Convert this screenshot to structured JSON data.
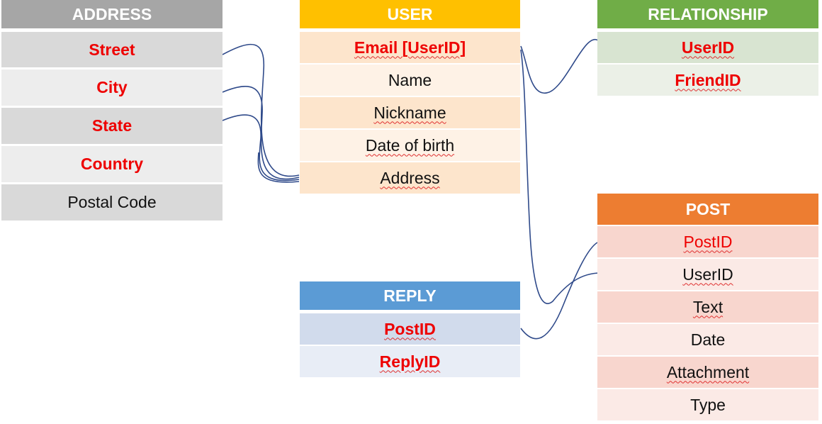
{
  "colors": {
    "address_header": "#a6a6a6",
    "address_row_a": "#d9d9d9",
    "address_row_b": "#ededed",
    "user_header": "#ffc000",
    "user_row_a": "#fde5cc",
    "user_row_b": "#fef2e6",
    "relationship_header": "#70ad47",
    "relationship_row_a": "#d8e4d1",
    "relationship_row_b": "#ebf0e7",
    "reply_header": "#5b9bd5",
    "reply_row_a": "#d1dbec",
    "reply_row_b": "#e8edf6",
    "post_header": "#ed7d31",
    "post_row_a": "#f8d6ce",
    "post_row_b": "#fbeae6",
    "connector": "#2f4a8a",
    "key_text": "#ee0000"
  },
  "tables": {
    "address": {
      "title": "ADDRESS",
      "fields": [
        {
          "label": "Street"
        },
        {
          "label": "City"
        },
        {
          "label": "State"
        },
        {
          "label": "Country"
        },
        {
          "label": "Postal Code"
        }
      ]
    },
    "user": {
      "title": "USER",
      "fields": [
        {
          "label": "Email [UserID]"
        },
        {
          "label": "Name"
        },
        {
          "label": "Nickname"
        },
        {
          "label": "Date of birth"
        },
        {
          "label": "Address"
        }
      ]
    },
    "relationship": {
      "title": "RELATIONSHIP",
      "fields": [
        {
          "label": "UserID"
        },
        {
          "label": "FriendID"
        }
      ]
    },
    "reply": {
      "title": "REPLY",
      "fields": [
        {
          "label": "PostID"
        },
        {
          "label": "ReplyID"
        }
      ]
    },
    "post": {
      "title": "POST",
      "fields": [
        {
          "label": "PostID"
        },
        {
          "label": "UserID"
        },
        {
          "label": "Text"
        },
        {
          "label": "Date"
        },
        {
          "label": "Attachment"
        },
        {
          "label": "Type"
        }
      ]
    }
  }
}
